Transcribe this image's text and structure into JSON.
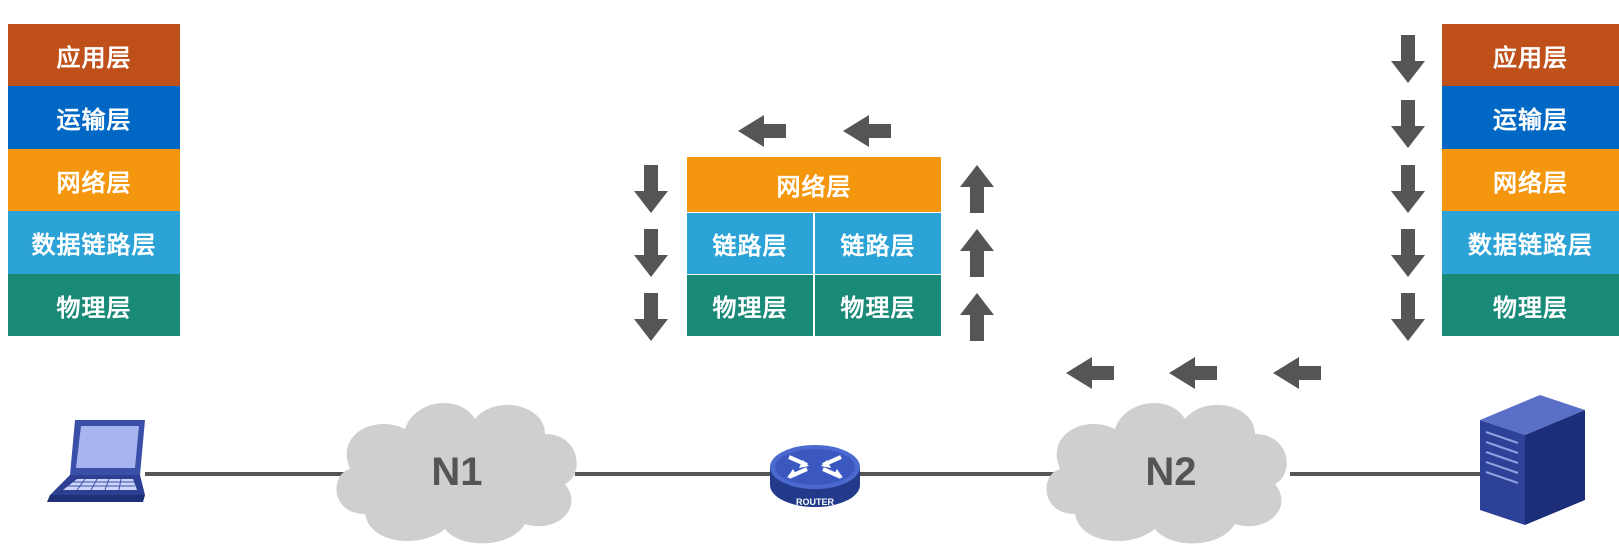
{
  "colors": {
    "application": "#c0501a",
    "transport": "#0068c4",
    "network": "#f5960f",
    "datalink": "#2ba3d6",
    "physical": "#1a8a78",
    "arrow": "#555555",
    "line": "#555555",
    "cloud": "#cfcfcf"
  },
  "left_stack": {
    "application": "应用层",
    "transport": "运输层",
    "network": "网络层",
    "datalink": "数据链路层",
    "physical": "物理层"
  },
  "right_stack": {
    "application": "应用层",
    "transport": "运输层",
    "network": "网络层",
    "datalink": "数据链路层",
    "physical": "物理层"
  },
  "router_stack": {
    "network": "网络层",
    "datalink_left": "链路层",
    "datalink_right": "链路层",
    "physical_left": "物理层",
    "physical_right": "物理层"
  },
  "networks": {
    "n1": "N1",
    "n2": "N2"
  },
  "router_label": "ROUTER",
  "icons": [
    "laptop-icon",
    "router-icon",
    "server-icon",
    "cloud-icon",
    "arrow-left-icon",
    "arrow-down-icon",
    "arrow-up-icon"
  ]
}
